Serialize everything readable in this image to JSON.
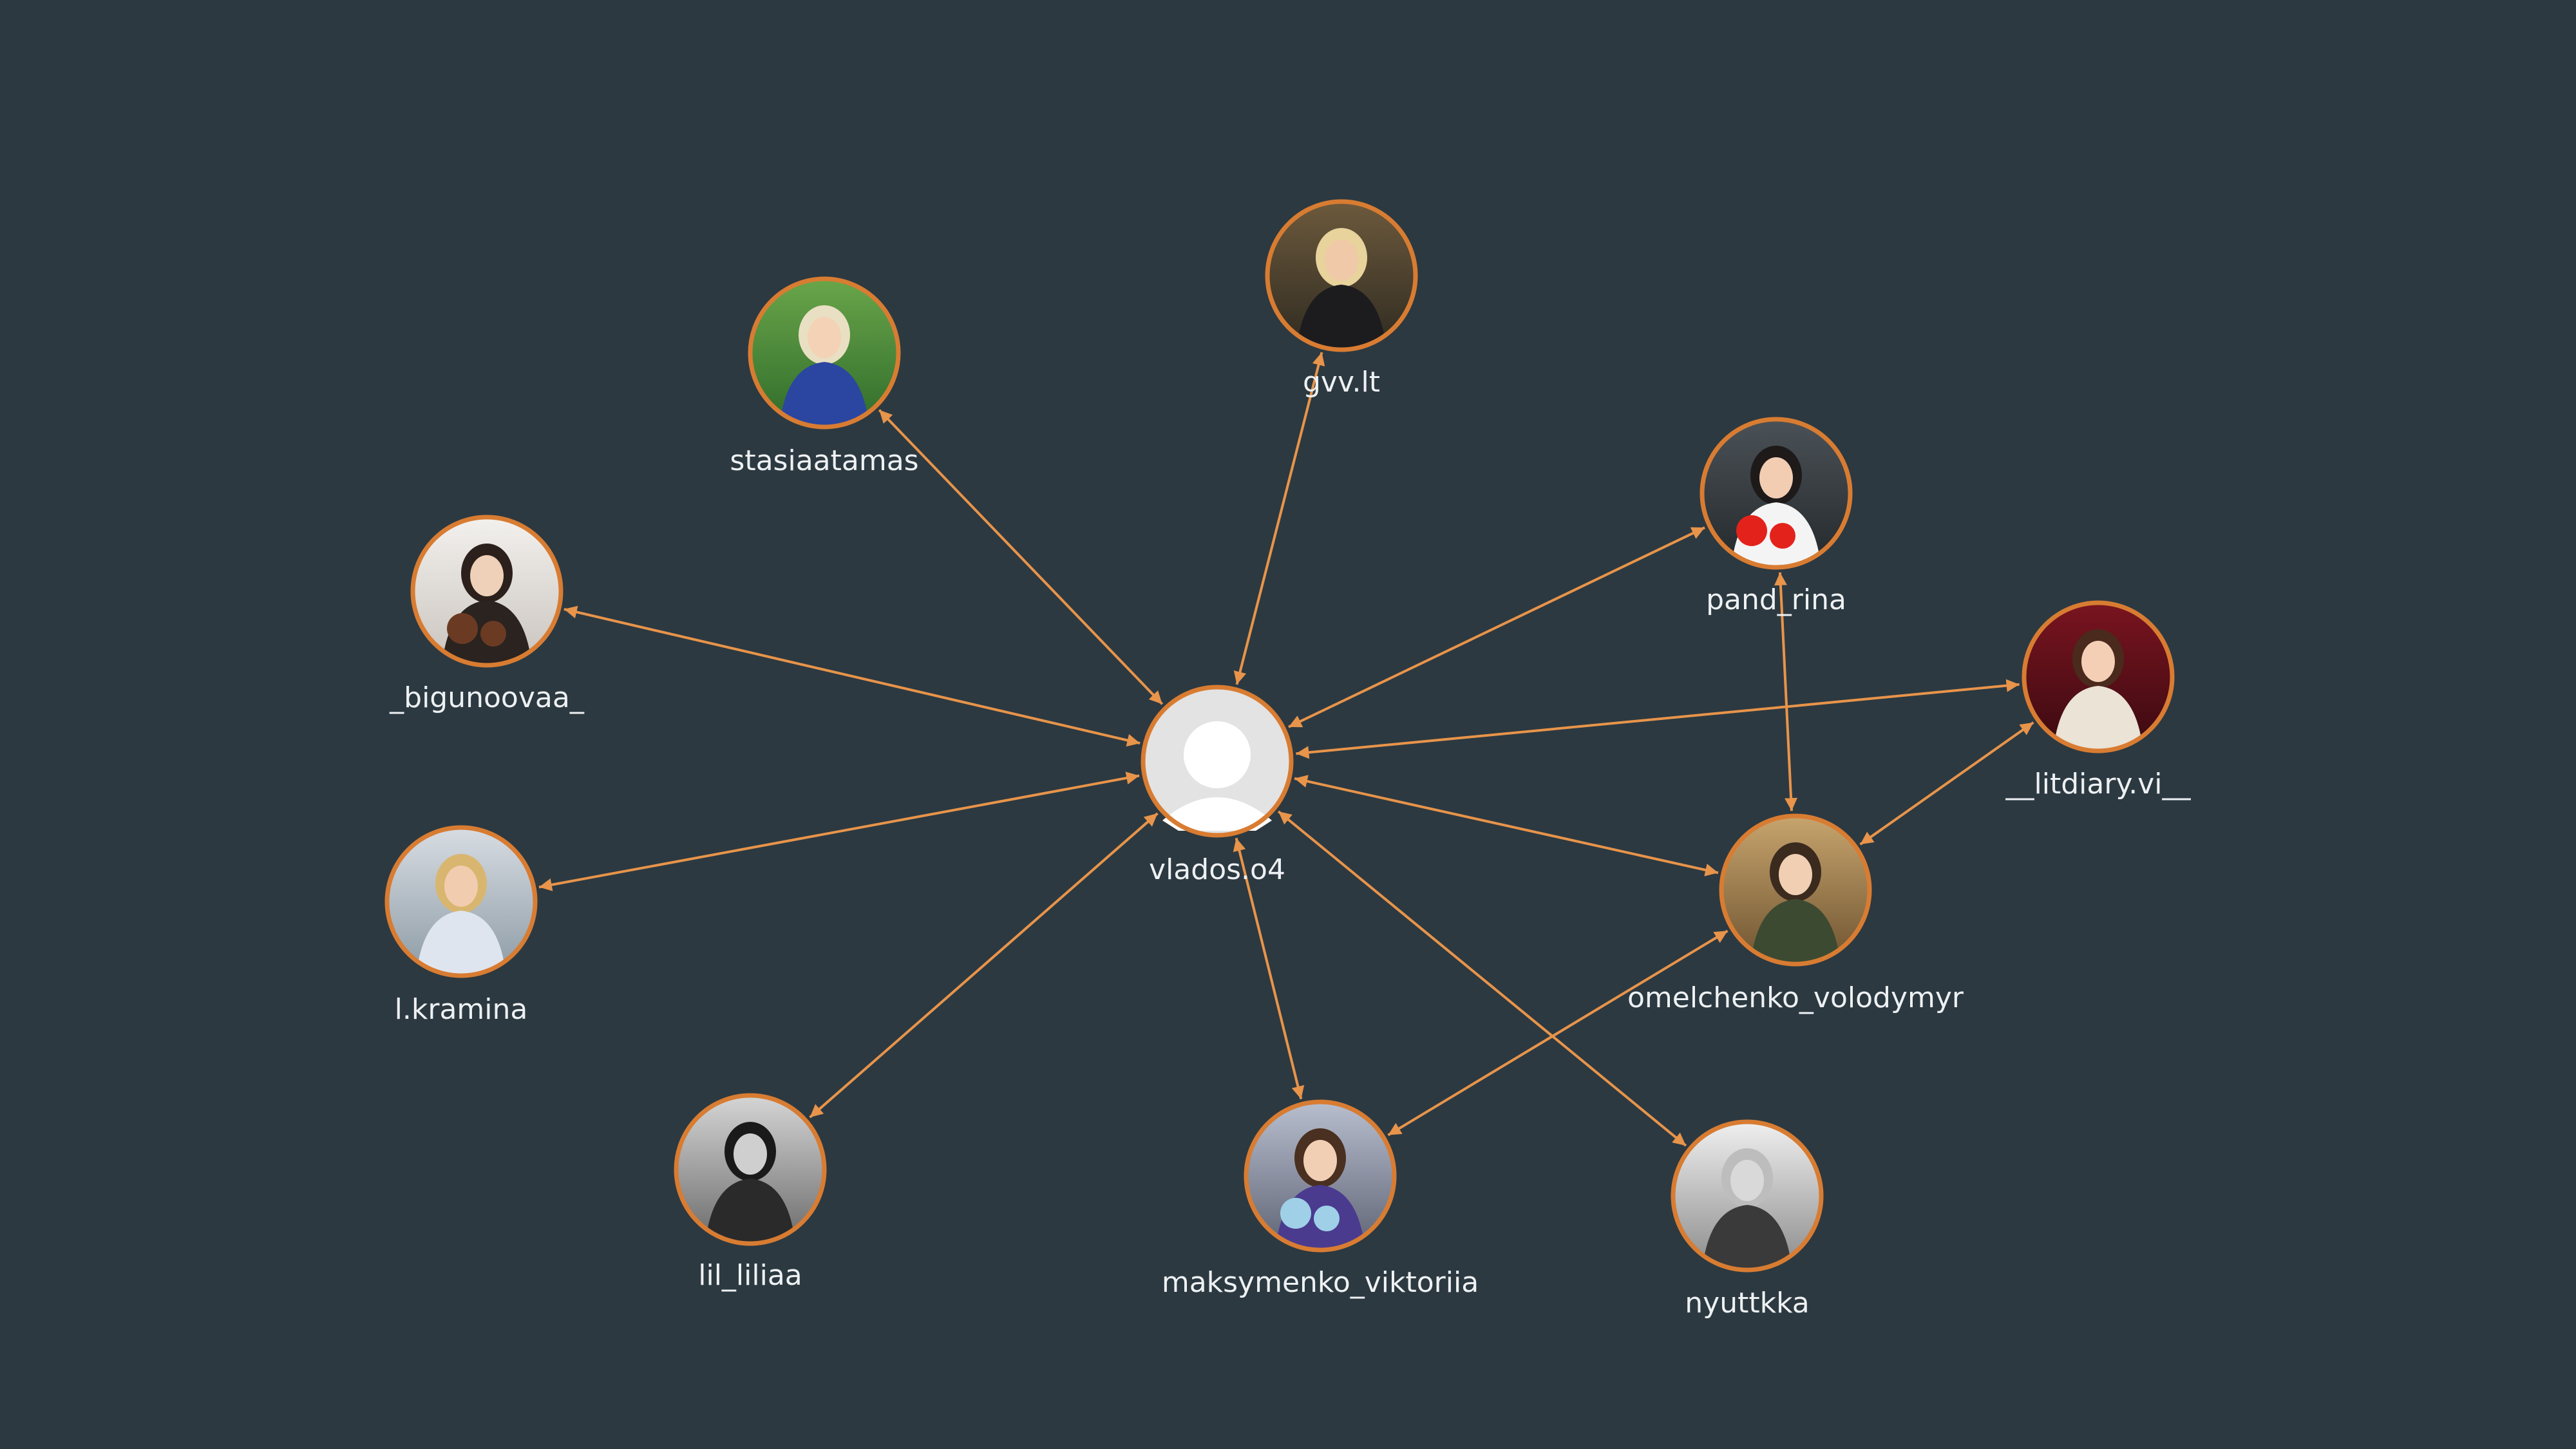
{
  "colors": {
    "background": "#2c3941",
    "edge": "#e8944a",
    "node_border": "#d87c32",
    "label": "#eef1f3",
    "default_avatar_bg": "#e3e3e3",
    "default_avatar_fg": "#ffffff"
  },
  "graph": {
    "center": "vlados.o4",
    "nodes": [
      {
        "id": "vlados.o4",
        "label": "vlados.o4",
        "avatar": "default-avatar-icon"
      },
      {
        "id": "gvv.lt",
        "label": "gvv.lt",
        "avatar": "woman-dark-coat-forest-photo"
      },
      {
        "id": "stasiaatamas",
        "label": "stasiaatamas",
        "avatar": "woman-blue-jumpsuit-garden-photo"
      },
      {
        "id": "pand_rina",
        "label": "pand_rina",
        "avatar": "woman-red-tulips-photo"
      },
      {
        "id": "_bigunoovaa_",
        "label": "_bigunoovaa_",
        "avatar": "woman-with-horse-photo"
      },
      {
        "id": "__litdiary.vi__",
        "label": "__litdiary.vi__",
        "avatar": "woman-red-background-photo"
      },
      {
        "id": "l.kramina",
        "label": "l.kramina",
        "avatar": "woman-sitting-stairs-photo"
      },
      {
        "id": "omelchenko_volodymyr",
        "label": "omelchenko_volodymyr",
        "avatar": "couple-photo"
      },
      {
        "id": "lil_liliaa",
        "label": "lil_liliaa",
        "avatar": "woman-bw-portrait-photo"
      },
      {
        "id": "maksymenko_viktoriia",
        "label": "maksymenko_viktoriia",
        "avatar": "family-birthday-photo"
      },
      {
        "id": "nyuttkka",
        "label": "nyuttkka",
        "avatar": "woman-bw-selfie-photo"
      }
    ],
    "edges": [
      {
        "from": "vlados.o4",
        "to": "gvv.lt"
      },
      {
        "from": "vlados.o4",
        "to": "stasiaatamas"
      },
      {
        "from": "vlados.o4",
        "to": "pand_rina"
      },
      {
        "from": "vlados.o4",
        "to": "_bigunoovaa_"
      },
      {
        "from": "vlados.o4",
        "to": "__litdiary.vi__"
      },
      {
        "from": "vlados.o4",
        "to": "l.kramina"
      },
      {
        "from": "vlados.o4",
        "to": "omelchenko_volodymyr"
      },
      {
        "from": "vlados.o4",
        "to": "lil_liliaa"
      },
      {
        "from": "vlados.o4",
        "to": "maksymenko_viktoriia"
      },
      {
        "from": "vlados.o4",
        "to": "nyuttkka"
      },
      {
        "from": "pand_rina",
        "to": "omelchenko_volodymyr"
      },
      {
        "from": "__litdiary.vi__",
        "to": "omelchenko_volodymyr"
      },
      {
        "from": "omelchenko_volodymyr",
        "to": "maksymenko_viktoriia"
      }
    ]
  }
}
